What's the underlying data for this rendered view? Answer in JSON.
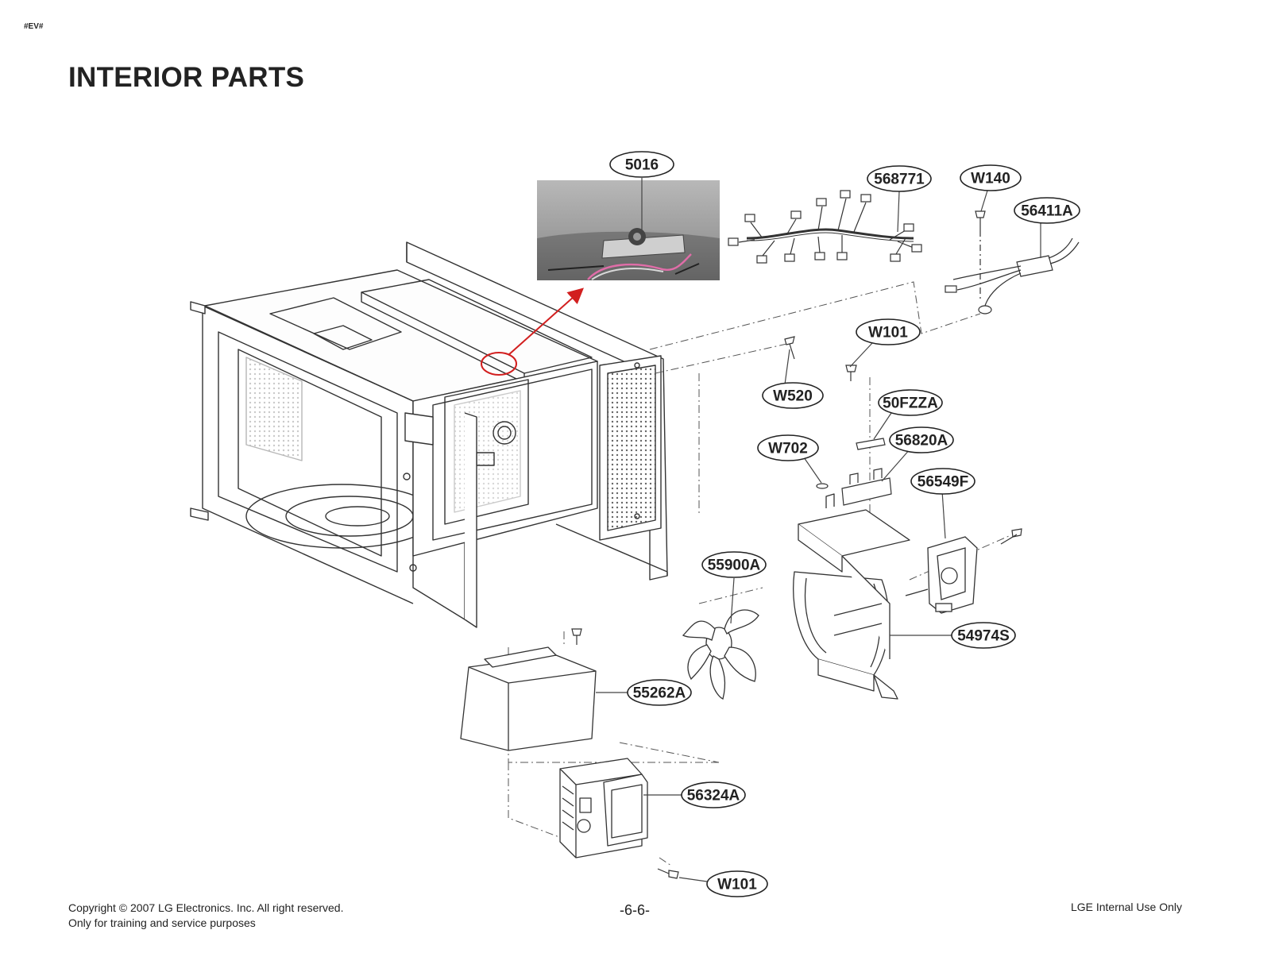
{
  "document": {
    "tag": "#EV#",
    "title": "INTERIOR PARTS"
  },
  "callouts": [
    {
      "id": "5016"
    },
    {
      "id": "568771"
    },
    {
      "id": "W140"
    },
    {
      "id": "56411A"
    },
    {
      "id": "W101"
    },
    {
      "id": "W520"
    },
    {
      "id": "50FZZA"
    },
    {
      "id": "W702"
    },
    {
      "id": "56820A"
    },
    {
      "id": "56549F"
    },
    {
      "id": "55900A"
    },
    {
      "id": "54974S"
    },
    {
      "id": "55262A"
    },
    {
      "id": "56324A"
    },
    {
      "id": "W101"
    }
  ],
  "footer": {
    "copyright": "Copyright © 2007 LG Electronics. Inc. All right reserved.",
    "purpose": "Only for training and service purposes",
    "page": "-6-6-",
    "classification": "LGE Internal Use Only"
  }
}
